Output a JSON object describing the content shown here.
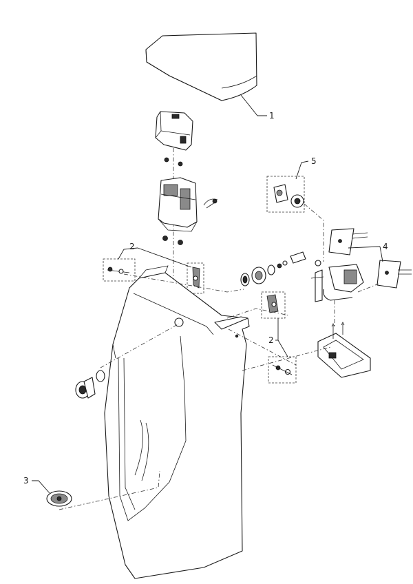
{
  "callouts": {
    "one": "1",
    "two_left": "2",
    "two_right": "2",
    "three": "3",
    "four": "4",
    "five": "5"
  },
  "colors": {
    "line": "#1a1a1a",
    "fill": "#ffffff",
    "shade": "#8a8a8a"
  }
}
